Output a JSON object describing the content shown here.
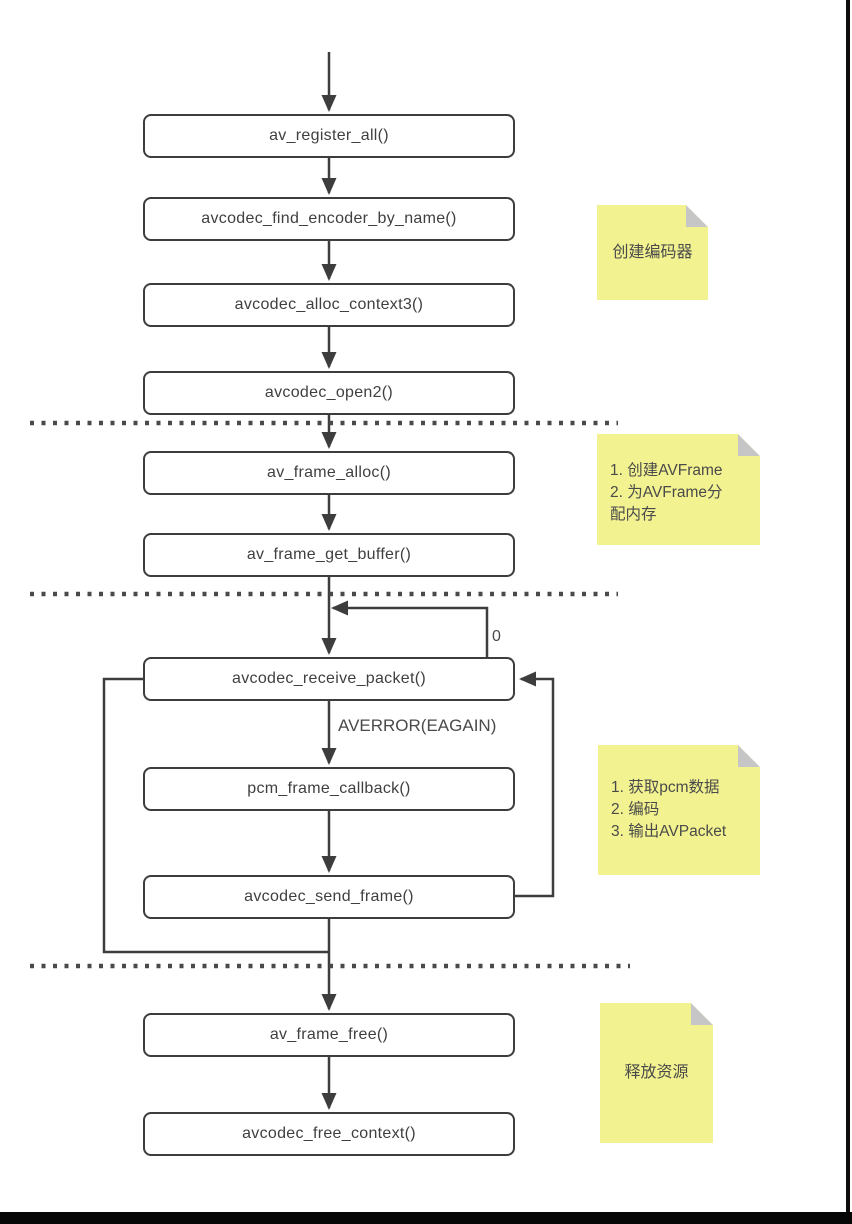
{
  "flow": {
    "nodes": [
      {
        "id": "av_register_all",
        "label": "av_register_all()"
      },
      {
        "id": "avcodec_find_encoder_by_name",
        "label": "avcodec_find_encoder_by_name()"
      },
      {
        "id": "avcodec_alloc_context3",
        "label": "avcodec_alloc_context3()"
      },
      {
        "id": "avcodec_open2",
        "label": "avcodec_open2()"
      },
      {
        "id": "av_frame_alloc",
        "label": "av_frame_alloc()"
      },
      {
        "id": "av_frame_get_buffer",
        "label": "av_frame_get_buffer()"
      },
      {
        "id": "avcodec_receive_packet",
        "label": "avcodec_receive_packet()"
      },
      {
        "id": "pcm_frame_callback",
        "label": "pcm_frame_callback()"
      },
      {
        "id": "avcodec_send_frame",
        "label": "avcodec_send_frame()"
      },
      {
        "id": "av_frame_free",
        "label": "av_frame_free()"
      },
      {
        "id": "avcodec_free_context",
        "label": "avcodec_free_context()"
      }
    ],
    "edge_labels": {
      "zero": "0",
      "eagain": "AVERROR(EAGAIN)"
    },
    "notes": [
      {
        "id": "create-encoder",
        "lines": [
          "创建编码器"
        ]
      },
      {
        "id": "create-avframe",
        "lines": [
          "1. 创建AVFrame",
          "2. 为AVFrame分",
          "配内存"
        ]
      },
      {
        "id": "encode-loop",
        "lines": [
          "1. 获取pcm数据",
          "2. 编码",
          "3. 输出AVPacket"
        ]
      },
      {
        "id": "free-resources",
        "lines": [
          "释放资源"
        ]
      }
    ],
    "colors": {
      "line": "#3d3d3d",
      "box_border": "#3d3d3d",
      "box_text": "#3f3f3f",
      "note_bg": "#f2f291",
      "note_fold": "#c6c6c6",
      "note_text": "#4a4a4a",
      "dotted_line": "#4a4a4a",
      "frame": "#0d0d0d"
    }
  }
}
